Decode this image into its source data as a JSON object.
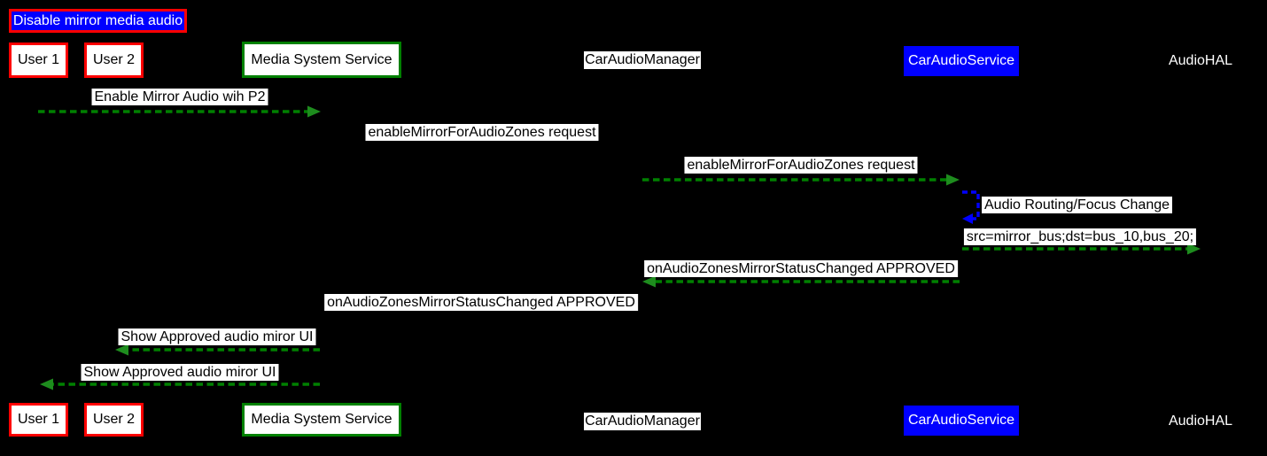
{
  "title": "Disable mirror media audio",
  "participants": [
    {
      "id": "user1",
      "label": "User 1"
    },
    {
      "id": "user2",
      "label": "User 2"
    },
    {
      "id": "mss",
      "label": "Media System Service"
    },
    {
      "id": "cam",
      "label": "CarAudioManager"
    },
    {
      "id": "cas",
      "label": "CarAudioService"
    },
    {
      "id": "hal",
      "label": "AudioHAL"
    }
  ],
  "messages": [
    {
      "text": "Enable Mirror Audio wih P2",
      "from": "User 1",
      "to": "Media System Service",
      "arrow": "green-dashed-right"
    },
    {
      "text": "enableMirrorForAudioZones request",
      "from": "Media System Service",
      "to": "CarAudioManager",
      "arrow": "hidden"
    },
    {
      "text": "enableMirrorForAudioZones request",
      "from": "CarAudioManager",
      "to": "CarAudioService",
      "arrow": "green-dashed-right"
    },
    {
      "text": "Audio Routing/Focus Change",
      "from": "CarAudioService",
      "to": "CarAudioService",
      "arrow": "blue-dashed-self"
    },
    {
      "text": "src=mirror_bus;dst=bus_10,bus_20;",
      "from": "CarAudioService",
      "to": "AudioHAL",
      "arrow": "green-dashed-right"
    },
    {
      "text": "onAudioZonesMirrorStatusChanged APPROVED",
      "from": "CarAudioService",
      "to": "CarAudioManager",
      "arrow": "green-dashed-left"
    },
    {
      "text": "onAudioZonesMirrorStatusChanged APPROVED",
      "from": "CarAudioManager",
      "to": "Media System Service",
      "arrow": "hidden"
    },
    {
      "text": "Show Approved audio miror UI",
      "from": "Media System Service",
      "to": "User 2",
      "arrow": "green-dashed-left"
    },
    {
      "text": "Show Approved audio miror UI",
      "from": "Media System Service",
      "to": "User 1",
      "arrow": "green-dashed-left"
    }
  ],
  "colors": {
    "background": "#000000",
    "arrow_green": "#008000",
    "arrow_blue": "#0000ff",
    "title_bg": "#0000ff",
    "red_border": "#ff0000",
    "green_border": "#008000",
    "blue_box_bg": "#0000ff"
  }
}
